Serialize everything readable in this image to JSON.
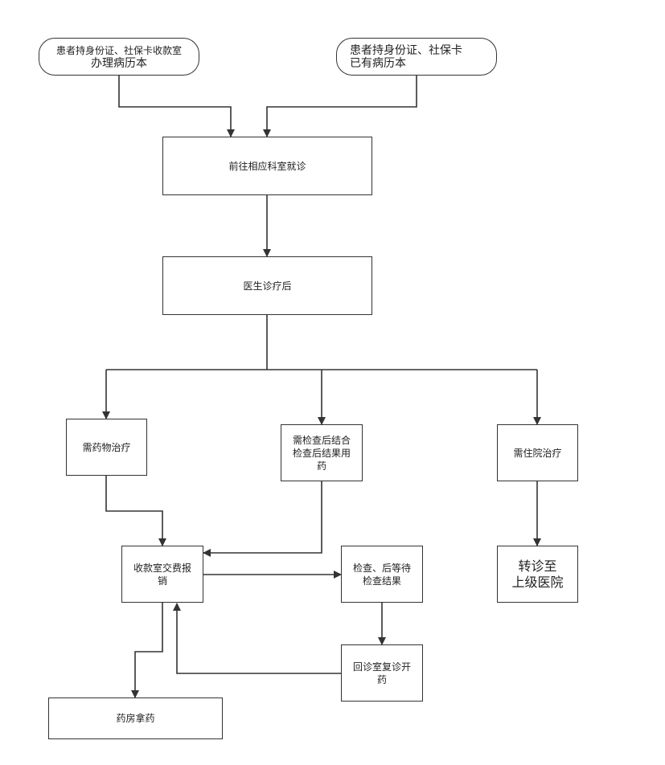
{
  "nodes": {
    "start_a": {
      "line1": "患者持身份证、社保卡收款室",
      "line2": "办理病历本"
    },
    "start_b": {
      "line1": "患者持身份证、社保卡",
      "line2": "已有病历本"
    },
    "visit": "前往相应科室就诊",
    "after_dx": "医生诊疗后",
    "drug": "需药物治疗",
    "exam_drug": "需检查后结合\n检查后结果用\n药",
    "inpatient": "需住院治疗",
    "cashier": "收款室交费报\n销",
    "exam_wait": "检查、后等待\n检查结果",
    "transfer": "转诊至\n上级医院",
    "revisit": "回诊室复诊开\n药",
    "pharmacy": "药房拿药"
  }
}
